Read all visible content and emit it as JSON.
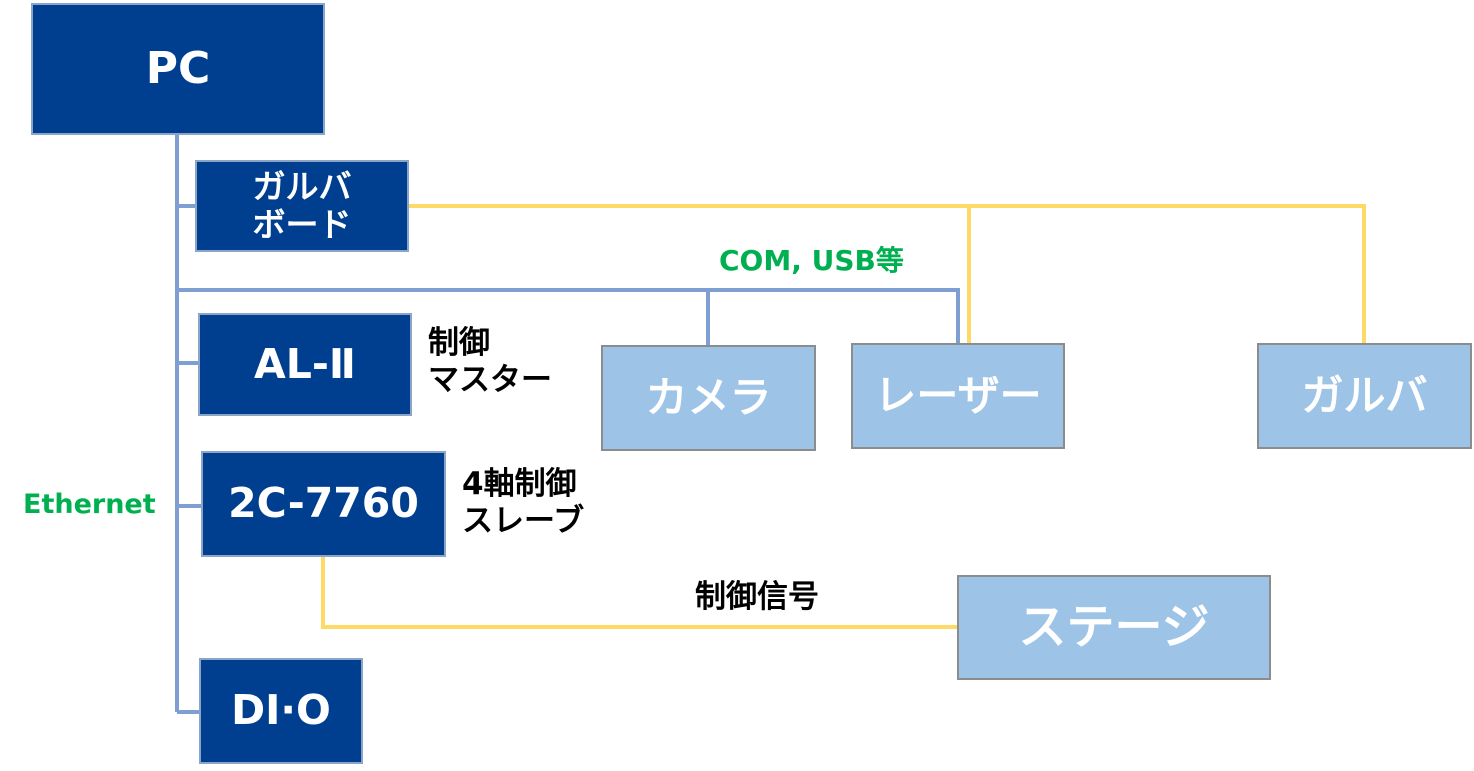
{
  "colors": {
    "device_fill": "#003f8f",
    "peripheral_fill": "#9dc3e6",
    "network_line": "#7f9fd3",
    "signal_line": "#ffd966",
    "network_label": "#00b050"
  },
  "nodes": {
    "pc": "PC",
    "galva_board": [
      "ガルバ",
      "ボード"
    ],
    "al2": "AL-Ⅱ",
    "c7760": "2C-7760",
    "dio": "DI·O",
    "camera": "カメラ",
    "laser": "レーザー",
    "galva": "ガルバ",
    "stage": "ステージ"
  },
  "annotations": {
    "al2_role": [
      "制御",
      "マスター"
    ],
    "c7760_role": [
      "4軸制御",
      "スレーブ"
    ],
    "com_usb": "COM, USB等",
    "ethernet": "Ethernet",
    "control_signal": "制御信号"
  }
}
